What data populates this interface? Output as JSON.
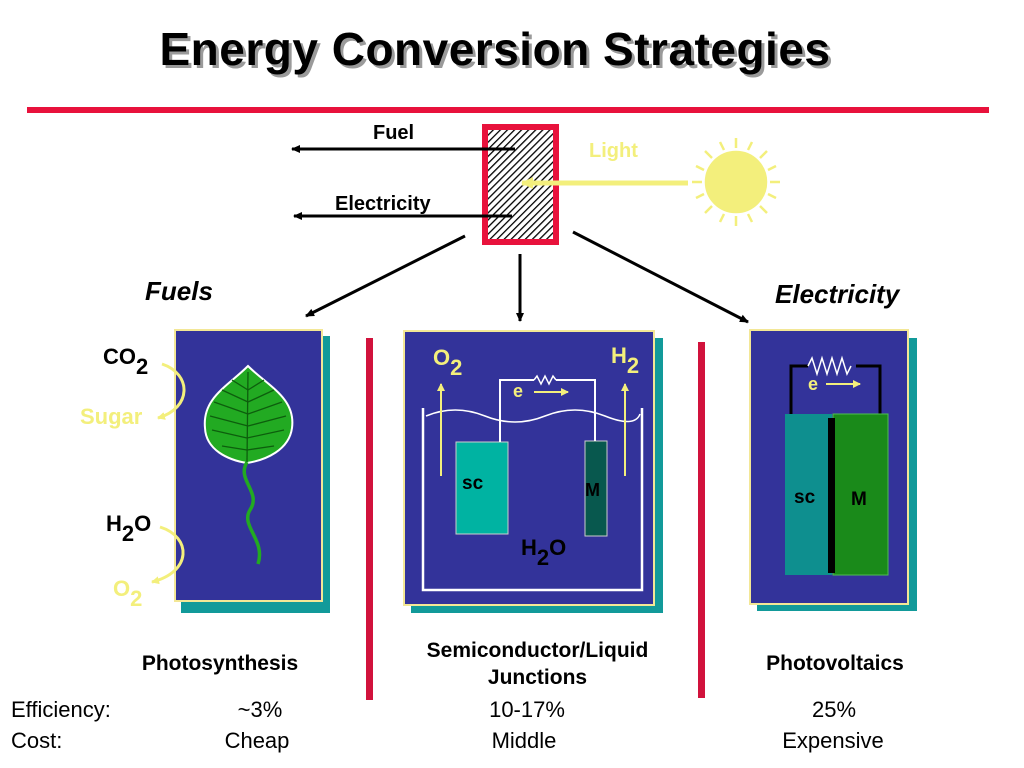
{
  "title": "Energy Conversion Strategies",
  "top": {
    "fuel_label": "Fuel",
    "electricity_label": "Electricity",
    "light_label": "Light"
  },
  "categories": {
    "fuels": "Fuels",
    "electricity": "Electricity"
  },
  "photosynthesis": {
    "co2": {
      "base": "CO",
      "sub": "2"
    },
    "sugar": "Sugar",
    "h2o": {
      "pre": "H",
      "sub": "2",
      "post": "O"
    },
    "o2": {
      "base": "O",
      "sub": "2"
    },
    "caption": "Photosynthesis"
  },
  "junction": {
    "o2": {
      "base": "O",
      "sub": "2"
    },
    "h2": {
      "base": "H",
      "sub": "2"
    },
    "e": "e",
    "sc": "sc",
    "m": "M",
    "h2o": {
      "pre": "H",
      "sub": "2",
      "post": "O"
    },
    "caption_line1": "Semiconductor/Liquid",
    "caption_line2": "Junctions"
  },
  "photovoltaics": {
    "e": "e",
    "sc": "sc",
    "m": "M",
    "caption": "Photovoltaics"
  },
  "rows": {
    "efficiency_label": "Efficiency:",
    "cost_label": "Cost:",
    "efficiency": [
      "~3%",
      "10-17%",
      "25%"
    ],
    "cost": [
      "Cheap",
      "Middle",
      "Expensive"
    ]
  },
  "colors": {
    "accent_red": "#e8123c",
    "panel_blue": "#33339a",
    "shadow_teal": "#129a9a",
    "leaf_green": "#22aa22",
    "sun_yellow": "#f3ef7c"
  }
}
